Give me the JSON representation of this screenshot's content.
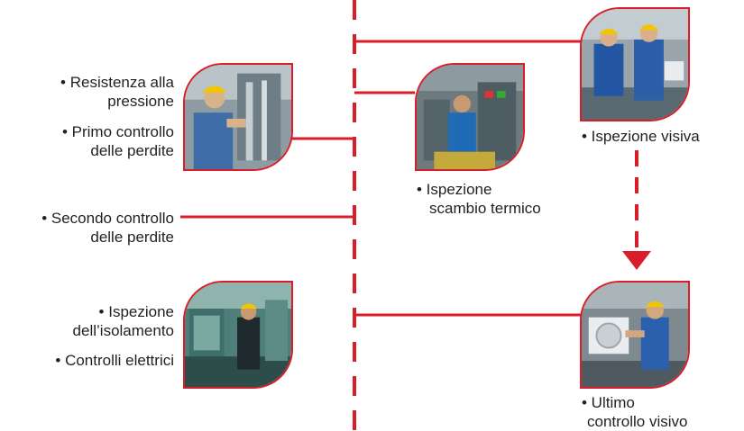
{
  "steps": {
    "pressure": {
      "lines": [
        "• Resistenza alla",
        "pressione",
        "• Primo controllo",
        "delle perdite"
      ],
      "photo": "worker-pressure-test-photo"
    },
    "second_leak": {
      "lines": [
        "• Secondo controllo",
        "delle perdite"
      ]
    },
    "insulation": {
      "lines": [
        "• Ispezione",
        "dell’isolamento",
        "• Controlli elettrici"
      ],
      "photo": "worker-insulation-check-photo"
    },
    "heat_exchange": {
      "lines": [
        "• Ispezione",
        "scambio termico"
      ],
      "photo": "worker-heat-exchange-photo"
    },
    "visual": {
      "lines": [
        "• Ispezione visiva"
      ],
      "photo": "worker-visual-inspection-photo"
    },
    "final_visual": {
      "lines": [
        "• Ultimo",
        "controllo visivo"
      ],
      "photo": "worker-final-inspection-photo"
    }
  },
  "colors": {
    "accent": "#d81e28",
    "text": "#231f20"
  }
}
